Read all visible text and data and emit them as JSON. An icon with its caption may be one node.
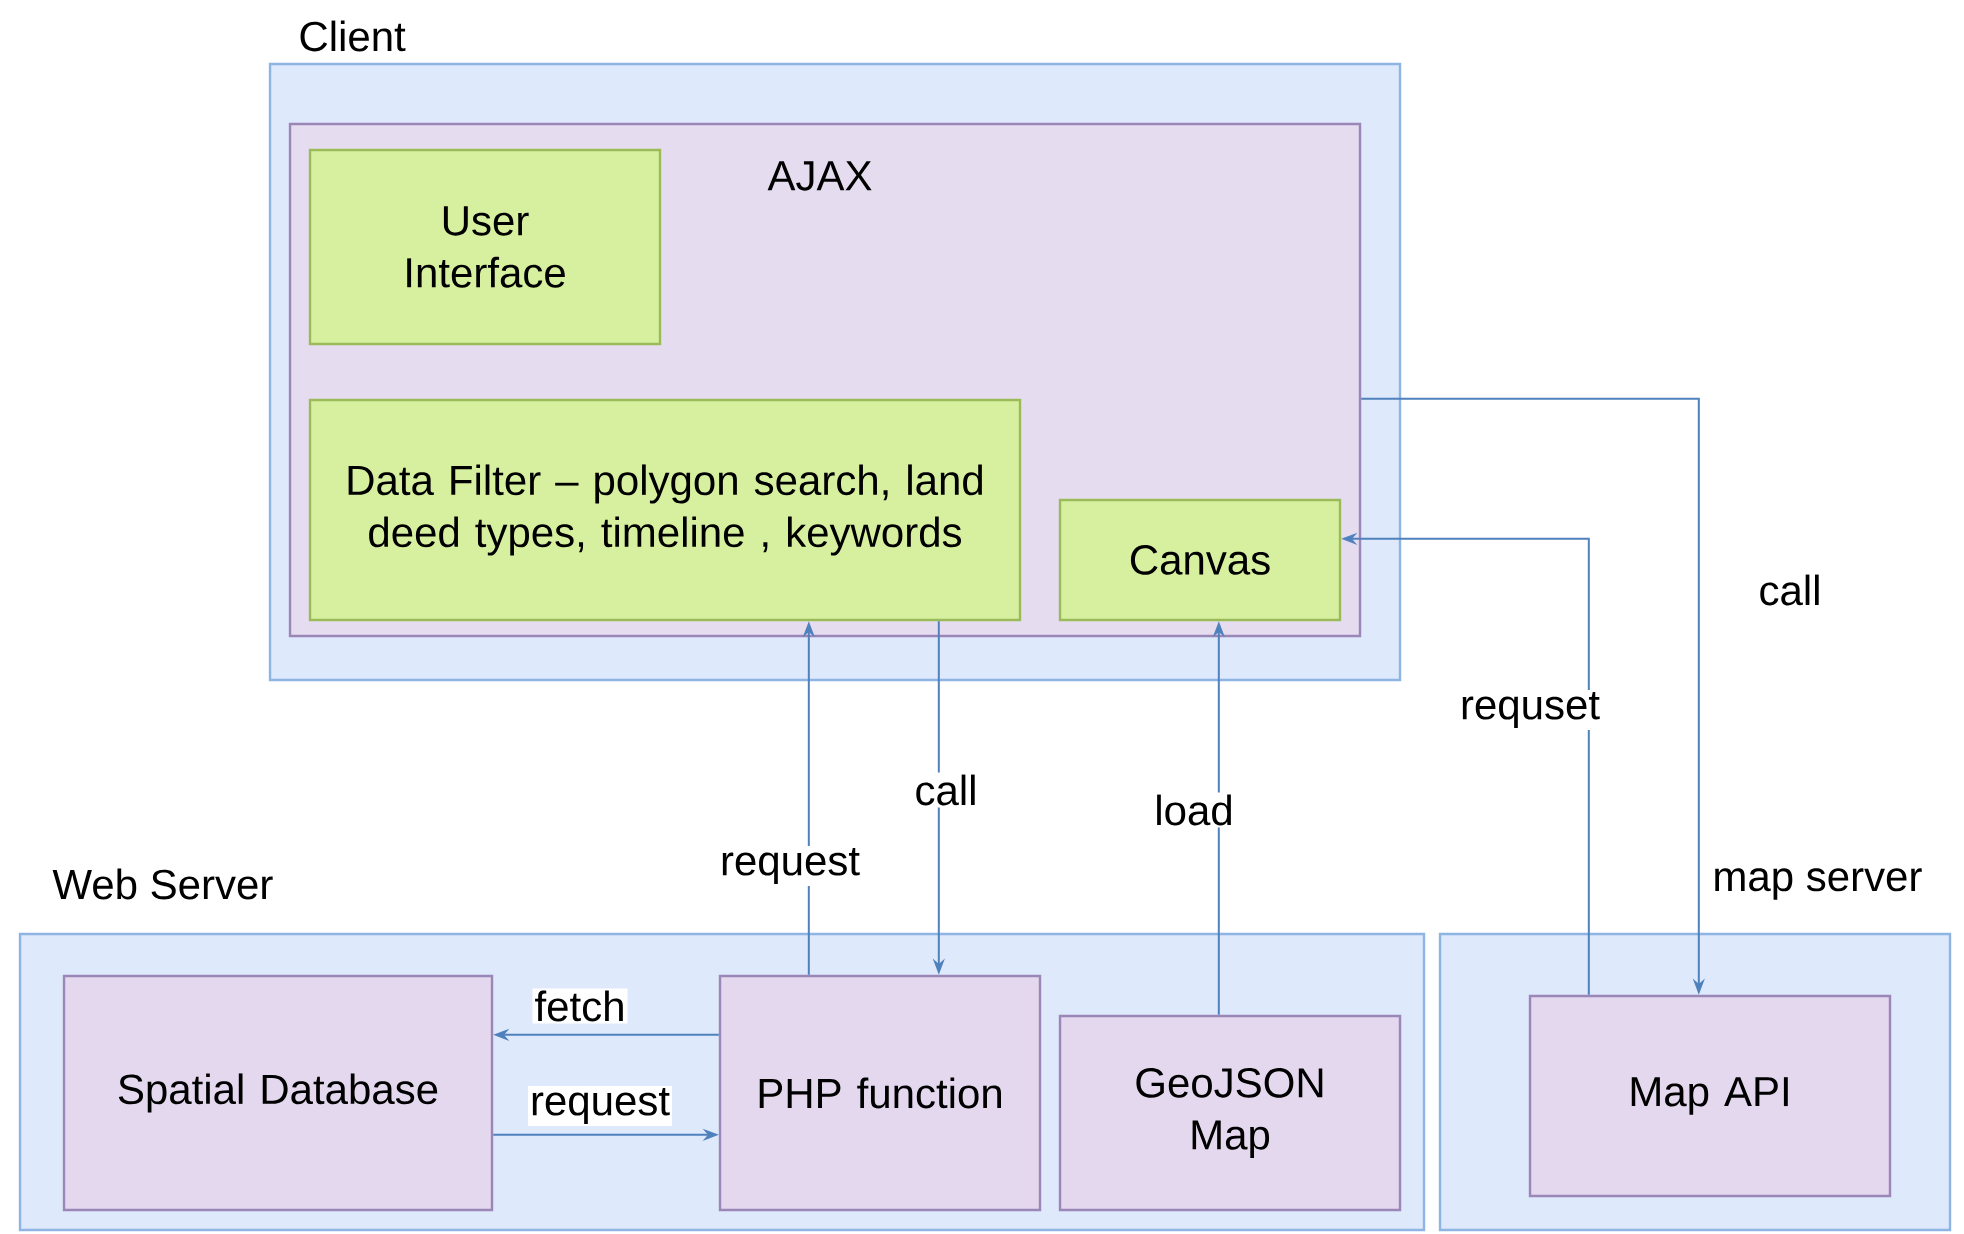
{
  "diagram": {
    "nodes": [
      {
        "text": [
          "Client"
        ]
      },
      {
        "text": [
          "AJAX"
        ],
        "in": 0
      },
      {
        "text": [
          "User Interface"
        ],
        "in": 1
      },
      {
        "text": [
          "Data Filter – polygon search, land deed types, timeline , keywords"
        ],
        "in": 1
      },
      {
        "text": [
          "Canvas"
        ],
        "in": 1
      },
      {
        "text": [
          "Web Server"
        ]
      },
      {
        "text": [
          "Spatial Database"
        ],
        "in": 5
      },
      {
        "text": [
          "PHP function"
        ],
        "in": 5
      },
      {
        "text": [
          "GeoJSON Map"
        ],
        "in": 5
      },
      {
        "text": [
          "map server"
        ]
      },
      {
        "text": [
          "Map API"
        ],
        "in": 9
      }
    ],
    "edges": [
      {
        "from": 7,
        "to": 3,
        "arrow": "to",
        "label": "request"
      },
      {
        "from": 3,
        "to": 7,
        "arrow": "to",
        "label": "call"
      },
      {
        "from": 8,
        "to": 4,
        "arrow": "to",
        "label": "load"
      },
      {
        "from": 10,
        "to": 4,
        "arrow": "to",
        "label": "requset"
      },
      {
        "from": 1,
        "to": 10,
        "arrow": "to",
        "label": "call"
      },
      {
        "from": 7,
        "to": 6,
        "arrow": "to",
        "label": "fetch"
      },
      {
        "from": 6,
        "to": 7,
        "arrow": "to",
        "label": "request"
      }
    ]
  }
}
